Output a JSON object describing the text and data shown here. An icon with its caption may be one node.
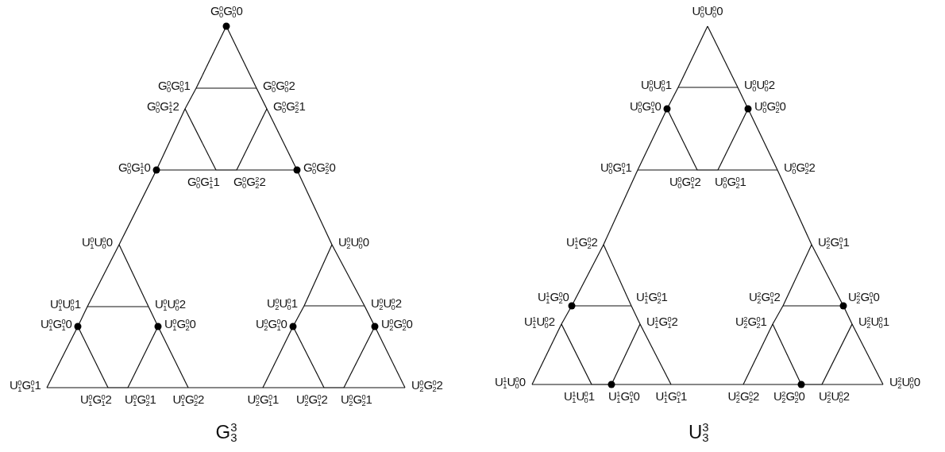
{
  "diagram": {
    "nodes": [
      {
        "text": [
          "G$^{0}$$_{0}$G$^{0}$$_{0}$0"
        ]
      },
      {
        "text": [
          "G$^{0}$$_{0}$G$^{0}$$_{0}$1"
        ]
      },
      {
        "text": [
          "G$^{0}$$_{0}$G$^{0}$$_{0}$2"
        ]
      },
      {
        "text": [
          "G$^{0}$$_{0}$G$^{1}$$_{1}$2"
        ]
      },
      {
        "text": [
          "G$^{0}$$_{0}$G$^{2}$$_{2}$1"
        ]
      },
      {
        "text": [
          "G$^{0}$$_{0}$G$^{1}$$_{1}$0"
        ]
      },
      {
        "text": [
          "G$^{0}$$_{0}$G$^{1}$$_{1}$1"
        ]
      },
      {
        "text": [
          "G$^{0}$$_{0}$G$^{2}$$_{2}$2"
        ]
      },
      {
        "text": [
          "G$^{0}$$_{0}$G$^{2}$$_{2}$0"
        ]
      },
      {
        "text": [
          "U$^{0}$$_{1}$U$^{0}$$_{0}$0"
        ]
      },
      {
        "text": [
          "U$^{0}$$_{2}$U$^{0}$$_{0}$0"
        ]
      },
      {
        "text": [
          "U$^{0}$$_{1}$U$^{0}$$_{0}$1"
        ]
      },
      {
        "text": [
          "U$^{0}$$_{1}$U$^{0}$$_{0}$2"
        ]
      },
      {
        "text": [
          "U$^{0}$$_{2}$U$^{0}$$_{0}$1"
        ]
      },
      {
        "text": [
          "U$^{0}$$_{2}$U$^{0}$$_{0}$2"
        ]
      },
      {
        "text": [
          "U$^{0}$$_{1}$G$^{0}$$_{1}$0"
        ]
      },
      {
        "text": [
          "U$^{0}$$_{1}$G$^{0}$$_{2}$0"
        ]
      },
      {
        "text": [
          "U$^{0}$$_{2}$G$^{0}$$_{1}$0"
        ]
      },
      {
        "text": [
          "U$^{0}$$_{2}$G$^{0}$$_{2}$0"
        ]
      },
      {
        "text": [
          "U$^{0}$$_{1}$G$^{0}$$_{1}$1"
        ]
      },
      {
        "text": [
          "U$^{0}$$_{1}$G$^{0}$$_{1}$2"
        ]
      },
      {
        "text": [
          "U$^{0}$$_{1}$G$^{0}$$_{2}$1"
        ]
      },
      {
        "text": [
          "U$^{0}$$_{1}$G$^{0}$$_{2}$2"
        ]
      },
      {
        "text": [
          "U$^{0}$$_{2}$G$^{0}$$_{1}$1"
        ]
      },
      {
        "text": [
          "U$^{0}$$_{2}$G$^{0}$$_{1}$2"
        ]
      },
      {
        "text": [
          "U$^{0}$$_{2}$G$^{0}$$_{2}$1"
        ]
      },
      {
        "text": [
          "U$^{0}$$_{2}$G$^{0}$$_{2}$2"
        ]
      },
      {
        "text": [
          "U$^{0}$$_{0}$U$^{0}$$_{0}$0"
        ]
      },
      {
        "text": [
          "U$^{0}$$_{0}$U$^{0}$$_{0}$1"
        ]
      },
      {
        "text": [
          "U$^{0}$$_{0}$U$^{0}$$_{0}$2"
        ]
      },
      {
        "text": [
          "U$^{0}$$_{0}$G$^{0}$$_{1}$0"
        ]
      },
      {
        "text": [
          "U$^{0}$$_{0}$G$^{0}$$_{2}$0"
        ]
      },
      {
        "text": [
          "U$^{0}$$_{0}$G$^{0}$$_{1}$1"
        ]
      },
      {
        "text": [
          "U$^{0}$$_{0}$G$^{0}$$_{1}$2"
        ]
      },
      {
        "text": [
          "U$^{0}$$_{0}$G$^{0}$$_{2}$1"
        ]
      },
      {
        "text": [
          "U$^{0}$$_{0}$G$^{0}$$_{2}$2"
        ]
      },
      {
        "text": [
          "U$^{1}$$_{1}$G$^{0}$$_{2}$2"
        ]
      },
      {
        "text": [
          "U$^{2}$$_{2}$G$^{0}$$_{1}$1"
        ]
      },
      {
        "text": [
          "U$^{1}$$_{1}$G$^{0}$$_{2}$0"
        ]
      },
      {
        "text": [
          "U$^{1}$$_{1}$G$^{0}$$_{2}$1"
        ]
      },
      {
        "text": [
          "U$^{2}$$_{2}$G$^{0}$$_{1}$2"
        ]
      },
      {
        "text": [
          "U$^{2}$$_{2}$G$^{0}$$_{1}$0"
        ]
      },
      {
        "text": [
          "U$^{1}$$_{1}$U$^{0}$$_{0}$2"
        ]
      },
      {
        "text": [
          "U$^{1}$$_{1}$G$^{0}$$_{1}$2"
        ]
      },
      {
        "text": [
          "U$^{2}$$_{2}$G$^{0}$$_{2}$1"
        ]
      },
      {
        "text": [
          "U$^{2}$$_{2}$U$^{0}$$_{0}$1"
        ]
      },
      {
        "text": [
          "U$^{1}$$_{1}$U$^{0}$$_{0}$0"
        ]
      },
      {
        "text": [
          "U$^{1}$$_{1}$U$^{0}$$_{0}$1"
        ]
      },
      {
        "text": [
          "U$^{1}$$_{1}$G$^{0}$$_{1}$0"
        ]
      },
      {
        "text": [
          "U$^{1}$$_{1}$G$^{0}$$_{1}$1"
        ]
      },
      {
        "text": [
          "U$^{2}$$_{2}$G$^{0}$$_{2}$2"
        ]
      },
      {
        "text": [
          "U$^{2}$$_{2}$G$^{0}$$_{2}$0"
        ]
      },
      {
        "text": [
          "U$^{2}$$_{2}$U$^{0}$$_{0}$2"
        ]
      },
      {
        "text": [
          "U$^{2}$$_{2}$U$^{0}$$_{0}$0"
        ]
      }
    ],
    "edges": [
      {
        "from": 0,
        "to": 1,
        "arrow": "none"
      },
      {
        "from": 0,
        "to": 2,
        "arrow": "none"
      },
      {
        "from": 1,
        "to": 2,
        "arrow": "none"
      },
      {
        "from": 1,
        "to": 3,
        "arrow": "none"
      },
      {
        "from": 2,
        "to": 4,
        "arrow": "none"
      },
      {
        "from": 3,
        "to": 5,
        "arrow": "none"
      },
      {
        "from": 3,
        "to": 6,
        "arrow": "none"
      },
      {
        "from": 5,
        "to": 6,
        "arrow": "none"
      },
      {
        "from": 6,
        "to": 7,
        "arrow": "none"
      },
      {
        "from": 4,
        "to": 7,
        "arrow": "none"
      },
      {
        "from": 4,
        "to": 8,
        "arrow": "none"
      },
      {
        "from": 7,
        "to": 8,
        "arrow": "none"
      },
      {
        "from": 5,
        "to": 9,
        "arrow": "none"
      },
      {
        "from": 8,
        "to": 10,
        "arrow": "none"
      },
      {
        "from": 9,
        "to": 11,
        "arrow": "none"
      },
      {
        "from": 9,
        "to": 12,
        "arrow": "none"
      },
      {
        "from": 11,
        "to": 12,
        "arrow": "none"
      },
      {
        "from": 11,
        "to": 15,
        "arrow": "none"
      },
      {
        "from": 12,
        "to": 16,
        "arrow": "none"
      },
      {
        "from": 15,
        "to": 19,
        "arrow": "none"
      },
      {
        "from": 15,
        "to": 20,
        "arrow": "none"
      },
      {
        "from": 19,
        "to": 20,
        "arrow": "none"
      },
      {
        "from": 20,
        "to": 21,
        "arrow": "none"
      },
      {
        "from": 16,
        "to": 21,
        "arrow": "none"
      },
      {
        "from": 16,
        "to": 22,
        "arrow": "none"
      },
      {
        "from": 21,
        "to": 22,
        "arrow": "none"
      },
      {
        "from": 22,
        "to": 23,
        "arrow": "none"
      },
      {
        "from": 10,
        "to": 13,
        "arrow": "none"
      },
      {
        "from": 10,
        "to": 14,
        "arrow": "none"
      },
      {
        "from": 13,
        "to": 14,
        "arrow": "none"
      },
      {
        "from": 13,
        "to": 17,
        "arrow": "none"
      },
      {
        "from": 14,
        "to": 18,
        "arrow": "none"
      },
      {
        "from": 17,
        "to": 23,
        "arrow": "none"
      },
      {
        "from": 17,
        "to": 24,
        "arrow": "none"
      },
      {
        "from": 23,
        "to": 24,
        "arrow": "none"
      },
      {
        "from": 24,
        "to": 25,
        "arrow": "none"
      },
      {
        "from": 18,
        "to": 25,
        "arrow": "none"
      },
      {
        "from": 18,
        "to": 26,
        "arrow": "none"
      },
      {
        "from": 25,
        "to": 26,
        "arrow": "none"
      },
      {
        "from": 27,
        "to": 28,
        "arrow": "none"
      },
      {
        "from": 27,
        "to": 29,
        "arrow": "none"
      },
      {
        "from": 28,
        "to": 29,
        "arrow": "none"
      },
      {
        "from": 28,
        "to": 30,
        "arrow": "none"
      },
      {
        "from": 29,
        "to": 31,
        "arrow": "none"
      },
      {
        "from": 30,
        "to": 32,
        "arrow": "none"
      },
      {
        "from": 30,
        "to": 33,
        "arrow": "none"
      },
      {
        "from": 32,
        "to": 33,
        "arrow": "none"
      },
      {
        "from": 33,
        "to": 34,
        "arrow": "none"
      },
      {
        "from": 31,
        "to": 34,
        "arrow": "none"
      },
      {
        "from": 31,
        "to": 35,
        "arrow": "none"
      },
      {
        "from": 34,
        "to": 35,
        "arrow": "none"
      },
      {
        "from": 32,
        "to": 36,
        "arrow": "none"
      },
      {
        "from": 35,
        "to": 37,
        "arrow": "none"
      },
      {
        "from": 36,
        "to": 38,
        "arrow": "none"
      },
      {
        "from": 36,
        "to": 39,
        "arrow": "none"
      },
      {
        "from": 38,
        "to": 39,
        "arrow": "none"
      },
      {
        "from": 38,
        "to": 42,
        "arrow": "none"
      },
      {
        "from": 39,
        "to": 43,
        "arrow": "none"
      },
      {
        "from": 42,
        "to": 46,
        "arrow": "none"
      },
      {
        "from": 42,
        "to": 47,
        "arrow": "none"
      },
      {
        "from": 46,
        "to": 47,
        "arrow": "none"
      },
      {
        "from": 47,
        "to": 48,
        "arrow": "none"
      },
      {
        "from": 43,
        "to": 48,
        "arrow": "none"
      },
      {
        "from": 43,
        "to": 49,
        "arrow": "none"
      },
      {
        "from": 48,
        "to": 49,
        "arrow": "none"
      },
      {
        "from": 49,
        "to": 50,
        "arrow": "none"
      },
      {
        "from": 37,
        "to": 40,
        "arrow": "none"
      },
      {
        "from": 37,
        "to": 41,
        "arrow": "none"
      },
      {
        "from": 40,
        "to": 41,
        "arrow": "none"
      },
      {
        "from": 40,
        "to": 44,
        "arrow": "none"
      },
      {
        "from": 41,
        "to": 45,
        "arrow": "none"
      },
      {
        "from": 44,
        "to": 50,
        "arrow": "none"
      },
      {
        "from": 44,
        "to": 51,
        "arrow": "none"
      },
      {
        "from": 50,
        "to": 51,
        "arrow": "none"
      },
      {
        "from": 51,
        "to": 52,
        "arrow": "none"
      },
      {
        "from": 45,
        "to": 52,
        "arrow": "none"
      },
      {
        "from": 45,
        "to": 53,
        "arrow": "none"
      },
      {
        "from": 52,
        "to": 53,
        "arrow": "none"
      }
    ],
    "labels": [
      "G$^{3}$$_{3}$",
      "U$^{3}$$_{3}$"
    ]
  }
}
